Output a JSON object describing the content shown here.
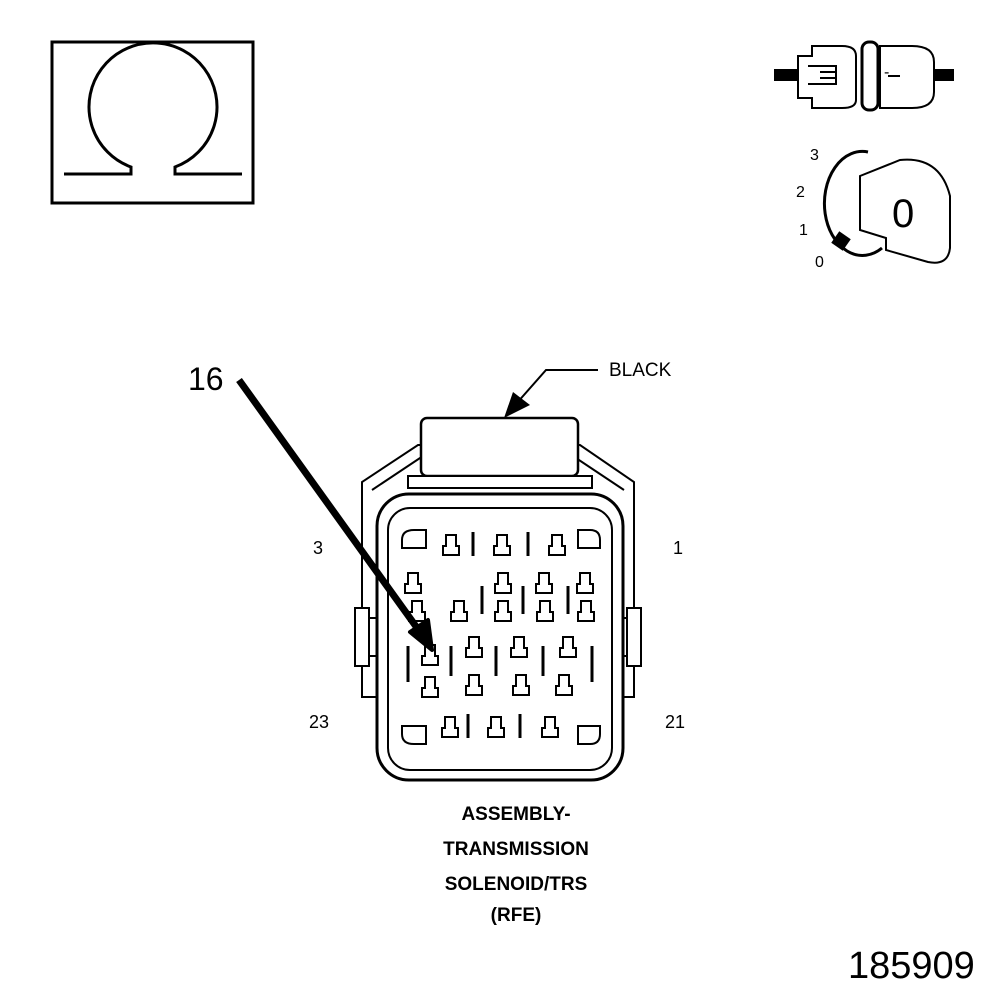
{
  "meter": {
    "symbol": "ohm-icon"
  },
  "connector_icon": {
    "name": "disconnected-connector-icon",
    "mark": "-"
  },
  "ignition_icon": {
    "name": "ignition-key-icon",
    "positions": [
      "3",
      "2",
      "1",
      "0"
    ],
    "key_label": "0"
  },
  "connector": {
    "color_label": "BLACK",
    "callout_pin": "16",
    "corner_pins": {
      "top_left": "3",
      "top_right": "1",
      "bottom_left": "23",
      "bottom_right": "21"
    },
    "title_lines": [
      "ASSEMBLY-",
      "TRANSMISSION",
      "SOLENOID/TRS",
      "(RFE)"
    ]
  },
  "figure_number": "185909"
}
